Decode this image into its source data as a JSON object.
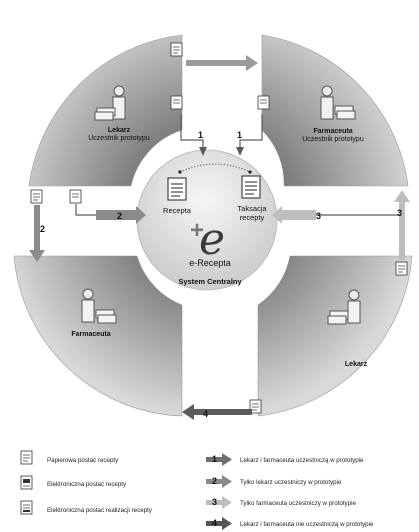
{
  "quadrants": {
    "top_left": {
      "role": "Lekarz",
      "subtitle": "Uczestnik prototypu"
    },
    "top_right": {
      "role": "Farmaceuta",
      "subtitle": "Uczestnik prototypu"
    },
    "bottom_left": {
      "role": "Farmaceuta"
    },
    "bottom_right": {
      "role": "Lekarz"
    }
  },
  "center": {
    "doc_left_label": "Recepta",
    "doc_right_label_1": "Taksacja",
    "doc_right_label_2": "recepty",
    "logo_text": "e-Recepta",
    "system_label": "System Centralny"
  },
  "arrow_numbers": {
    "a1_left": "1",
    "a1_right": "1",
    "a2_center": "2",
    "a2_down": "2",
    "a3_center": "3",
    "a3_up": "3",
    "a4_bottom": "4"
  },
  "legend": {
    "docs": [
      "Papierowa postać recepty",
      "Elektroniczna postać recepty",
      "Elektroniczna postać realizacji recepty"
    ],
    "flows": [
      {
        "num": "1",
        "text": "Lekarz i farmaceuta uczestniczą w prototypie"
      },
      {
        "num": "2",
        "text": "Tylko lekarz uczestniczy w prototypie"
      },
      {
        "num": "3",
        "text": "Tylko farmaceuta uczestniczy w prototypie"
      },
      {
        "num": "4",
        "text": "Lekarz i farmaceuta nie uczestniczą w prototypie"
      }
    ]
  },
  "colors": {
    "sector_dark": "#8a8a8a",
    "sector_light": "#d6d6d6",
    "center_fill": "#e6e6e6",
    "arrow_dark": "#6e6e6e",
    "arrow_light": "#b8b8b8"
  }
}
